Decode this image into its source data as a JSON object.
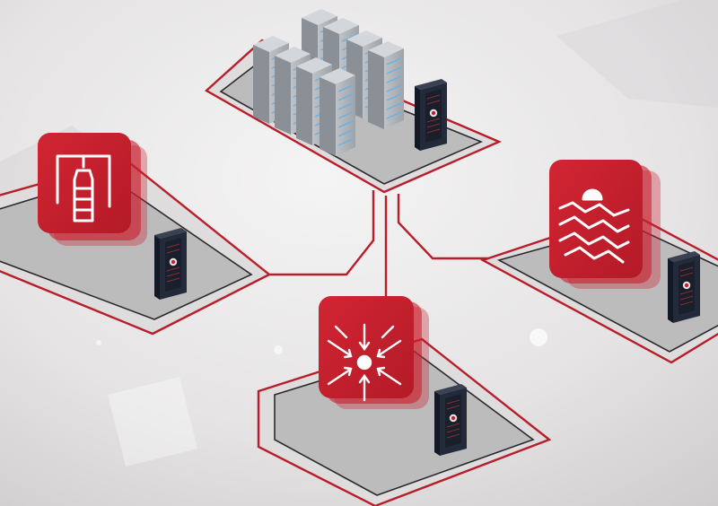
{
  "scene": {
    "kind": "isometric network infrastructure illustration",
    "text": []
  },
  "colors": {
    "background": "#e4e2e3",
    "background_glow": "#f6f5f5",
    "accent_red": "#c81f2d",
    "accent_red_dark": "#a01824",
    "line_red": "#b81e2a",
    "platform_outer": "#d9d8d9",
    "platform_inner": "#b9b9ba",
    "platform_line": "#2a2a2e",
    "server_light": "#c8ccd0",
    "server_mid": "#a3a8ae",
    "server_dark": "#7d8288",
    "server_led": "#63b3e6",
    "cabinet_dark": "#1b1f2b",
    "cabinet_mid": "#2b3142",
    "cabinet_led": "#d9303c"
  },
  "nodes": [
    {
      "id": "datacenter",
      "icons": [
        "server-rack-icon"
      ],
      "has_cabinet": true
    },
    {
      "id": "fire-suppression",
      "icons": [
        "fire-extinguisher-icon"
      ],
      "has_cabinet": true
    },
    {
      "id": "water-detection",
      "icons": [
        "water-flood-icon"
      ],
      "has_cabinet": true
    },
    {
      "id": "impact-detection",
      "icons": [
        "impact-burst-icon"
      ],
      "has_cabinet": true
    }
  ]
}
